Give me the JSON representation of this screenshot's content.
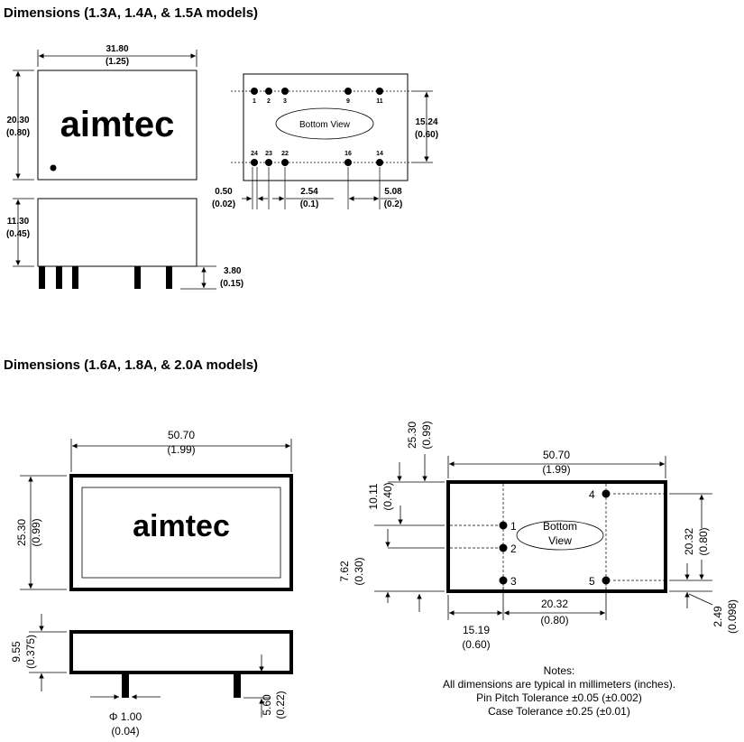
{
  "headings": {
    "section1": "Dimensions (1.3A, 1.4A, & 1.5A models)",
    "section2": "Dimensions (1.6A, 1.8A, & 2.0A models)"
  },
  "logo": {
    "text": "aimtec"
  },
  "small_model": {
    "width_mm": "31.80",
    "width_in": "(1.25)",
    "height_mm": "20.30",
    "height_in": "(0.80)",
    "depth_mm": "11.30",
    "depth_in": "(0.45)",
    "pin_len_mm": "3.80",
    "pin_len_in": "(0.15)",
    "bottom_view_label": "Bottom View",
    "row_spacing_mm": "15.24",
    "row_spacing_in": "(0.60)",
    "pin_dia_mm": "0.50",
    "pin_dia_in": "(0.02)",
    "pitch_mm": "2.54",
    "pitch_in": "(0.1)",
    "end_pitch_mm": "5.08",
    "end_pitch_in": "(0.2)",
    "top_pins": [
      "1",
      "2",
      "3",
      "9",
      "11"
    ],
    "bottom_pins": [
      "24",
      "23",
      "22",
      "16",
      "14"
    ]
  },
  "large_model": {
    "width_mm": "50.70",
    "width_in": "(1.99)",
    "height_mm": "25.30",
    "height_in": "(0.99)",
    "depth_mm": "9.55",
    "depth_in": "(0.375)",
    "pin_len_mm": "5.60",
    "pin_len_in": "(0.22)",
    "pin_dia_mm": "Φ 1.00",
    "pin_dia_in": "(0.04)",
    "offset_1_mm": "10.11",
    "offset_1_in": "(0.40)",
    "offset_2_mm": "7.62",
    "offset_2_in": "(0.30)",
    "side_spacing_mm": "20.32",
    "side_spacing_in": "(0.80)",
    "bottom_edge_mm": "2.49",
    "bottom_edge_in": "(0.098)",
    "left_offset_mm": "15.19",
    "left_offset_in": "(0.60)",
    "bottom_spacing_mm": "20.32",
    "bottom_spacing_in": "(0.80)",
    "bottom_view_line1": "Bottom",
    "bottom_view_line2": "View",
    "pins": [
      "1",
      "2",
      "3",
      "4",
      "5"
    ]
  },
  "notes": {
    "title": "Notes:",
    "line1": "All dimensions are typical in millimeters (inches).",
    "line2": "Pin Pitch Tolerance  ±0.05 (±0.002)",
    "line3": "Case Tolerance  ±0.25 (±0.01)"
  }
}
